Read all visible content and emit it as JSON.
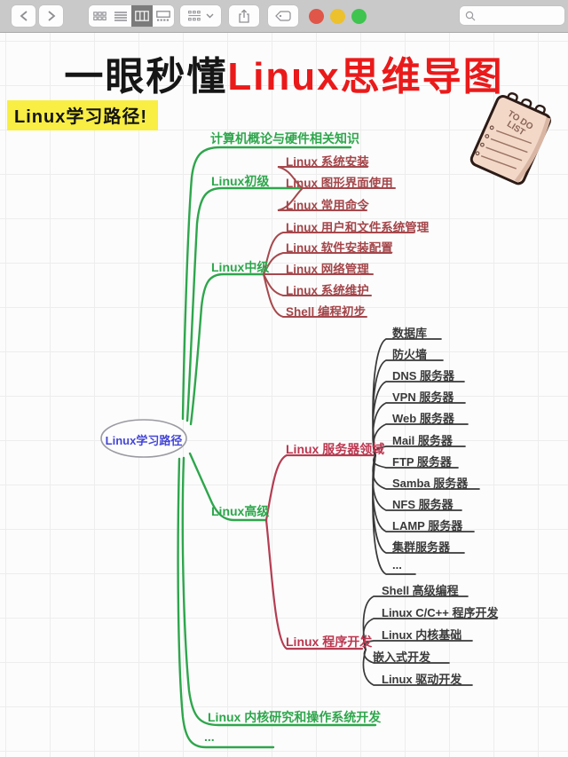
{
  "window": {
    "toolbar": {
      "icons": [
        "back-chevron",
        "forward-chevron",
        "grid-view",
        "list-view",
        "column-view-selected",
        "gallery-view",
        "group-by-dropdown",
        "share",
        "tag",
        "search-magnifier"
      ],
      "tag_dot_colors": [
        "#e05648",
        "#edc02e",
        "#3fc44f"
      ]
    }
  },
  "title": {
    "black_text": "一眼秒懂",
    "red_text": "Linux思维导图"
  },
  "sticker": {
    "label": "Linux学习路径!"
  },
  "notepad": {
    "line1": "TO DO",
    "line2": "LIST"
  },
  "colors": {
    "branch_green": "#2ea64c",
    "branch_maroon": "#a6494d",
    "branch_crimson": "#bc3750",
    "branch_dark": "#383838",
    "root_blue": "#4446d6",
    "title_red": "#ea1a1a",
    "sticker_yellow": "#f8ee44"
  },
  "mindmap": {
    "root": "Linux学习路径",
    "level1": [
      {
        "label": "计算机概论与硬件相关知识"
      },
      {
        "label": "Linux初级",
        "children": [
          "Linux 系统安装",
          "Linux 图形界面使用",
          "Linux 常用命令"
        ]
      },
      {
        "label": "Linux中级",
        "children": [
          "Linux 用户和文件系统管理",
          "Linux 软件安装配置",
          "Linux 网络管理",
          "Linux 系统维护",
          "Shell 编程初步"
        ]
      },
      {
        "label": "Linux高级",
        "children": [
          {
            "label": "Linux 服务器领域",
            "children": [
              "数据库",
              "防火墙",
              "DNS 服务器",
              "VPN 服务器",
              "Web 服务器",
              "Mail 服务器",
              "FTP 服务器",
              "Samba 服务器",
              "NFS 服务器",
              "LAMP 服务器",
              "集群服务器",
              "..."
            ]
          },
          {
            "label": "Linux 程序开发",
            "children": [
              "Shell 高级编程",
              "Linux C/C++ 程序开发",
              "Linux 内核基础",
              "嵌入式开发",
              "Linux 驱动开发"
            ]
          }
        ]
      },
      {
        "label": "Linux 内核研究和操作系统开发"
      },
      {
        "label": "..."
      }
    ]
  }
}
